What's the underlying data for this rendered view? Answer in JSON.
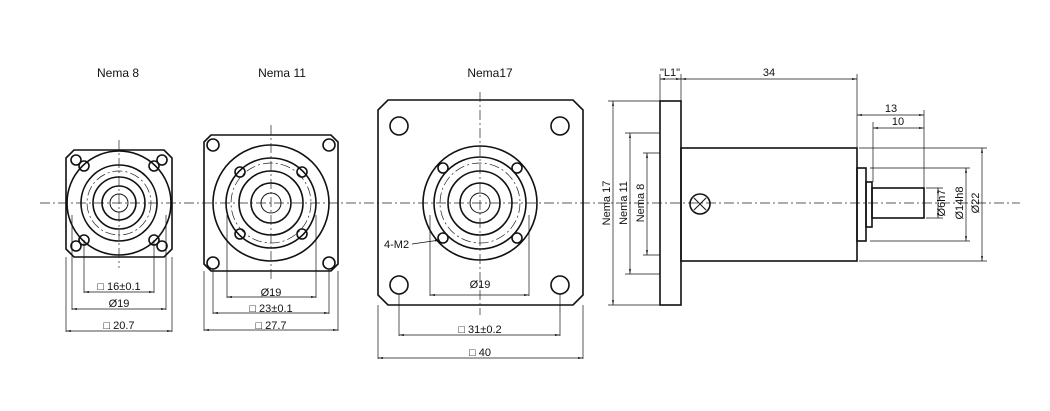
{
  "titles": {
    "nema8": "Nema 8",
    "nema11": "Nema 11",
    "nema17": "Nema17"
  },
  "nema8_dims": {
    "square_pitch": "□ 16±0.1",
    "pilot": "Ø19",
    "square": "□ 20.7"
  },
  "nema11_dims": {
    "pilot": "Ø19",
    "square_pitch": "□ 23±0.1",
    "square": "□ 27.7"
  },
  "nema17_dims": {
    "thread": "4-M2",
    "pilot": "Ø19",
    "square_pitch": "□ 31±0.2",
    "square": "□ 40"
  },
  "side_view": {
    "flange_length": "\"L1\"",
    "body_length": "34",
    "shaft_13": "13",
    "shaft_10": "10",
    "nema17": "Nema 17",
    "nema11": "Nema 11",
    "nema8": "Nema 8",
    "shaft_dia": "Ø6h7",
    "pilot_dia": "Ø14h8",
    "body_dia": "Ø22"
  }
}
